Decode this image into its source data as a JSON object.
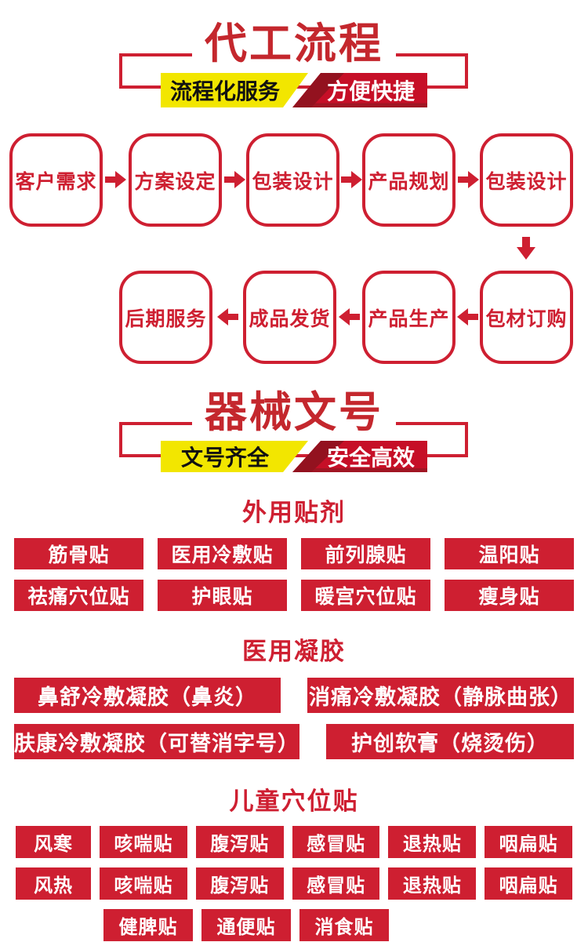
{
  "colors": {
    "red_primary": "#ce1f31",
    "red_title": "#c4272d",
    "red_banner": "#c60f27",
    "red_banner_dark": "#93121f",
    "yellow": "#f2e600",
    "text_on_red": "#ffffff",
    "text_on_yellow": "#111111"
  },
  "process": {
    "title": "代工流程",
    "banner_left": "流程化服务",
    "banner_right": "方便快捷",
    "flow_row1": [
      "客户需求",
      "方案设定",
      "包装设计",
      "产品规划",
      "包装设计"
    ],
    "flow_row2": [
      "后期服务",
      "成品发货",
      "产品生产",
      "包材订购"
    ]
  },
  "license": {
    "title": "器械文号",
    "banner_left": "文号齐全",
    "banner_right": "安全高效",
    "groups": [
      {
        "heading": "外用贴剂",
        "rows": [
          [
            "筋骨贴",
            "医用冷敷贴",
            "前列腺贴",
            "温阳贴"
          ],
          [
            "祛痛穴位贴",
            "护眼贴",
            "暖宫穴位贴",
            "瘦身贴"
          ]
        ]
      },
      {
        "heading": "医用凝胶",
        "rows": [
          [
            "鼻舒冷敷凝胶（鼻炎）",
            "消痛冷敷凝胶（静脉曲张）"
          ],
          [
            "肤康冷敷凝胶（可替消字号）",
            "护创软膏（烧烫伤）"
          ]
        ]
      },
      {
        "heading": "儿童穴位贴",
        "rows": [
          [
            "风寒",
            "咳喘贴",
            "腹泻贴",
            "感冒贴",
            "退热贴",
            "咽扁贴"
          ],
          [
            "风热",
            "咳喘贴",
            "腹泻贴",
            "感冒贴",
            "退热贴",
            "咽扁贴"
          ],
          [
            "健脾贴",
            "通便贴",
            "消食贴"
          ]
        ]
      }
    ]
  }
}
